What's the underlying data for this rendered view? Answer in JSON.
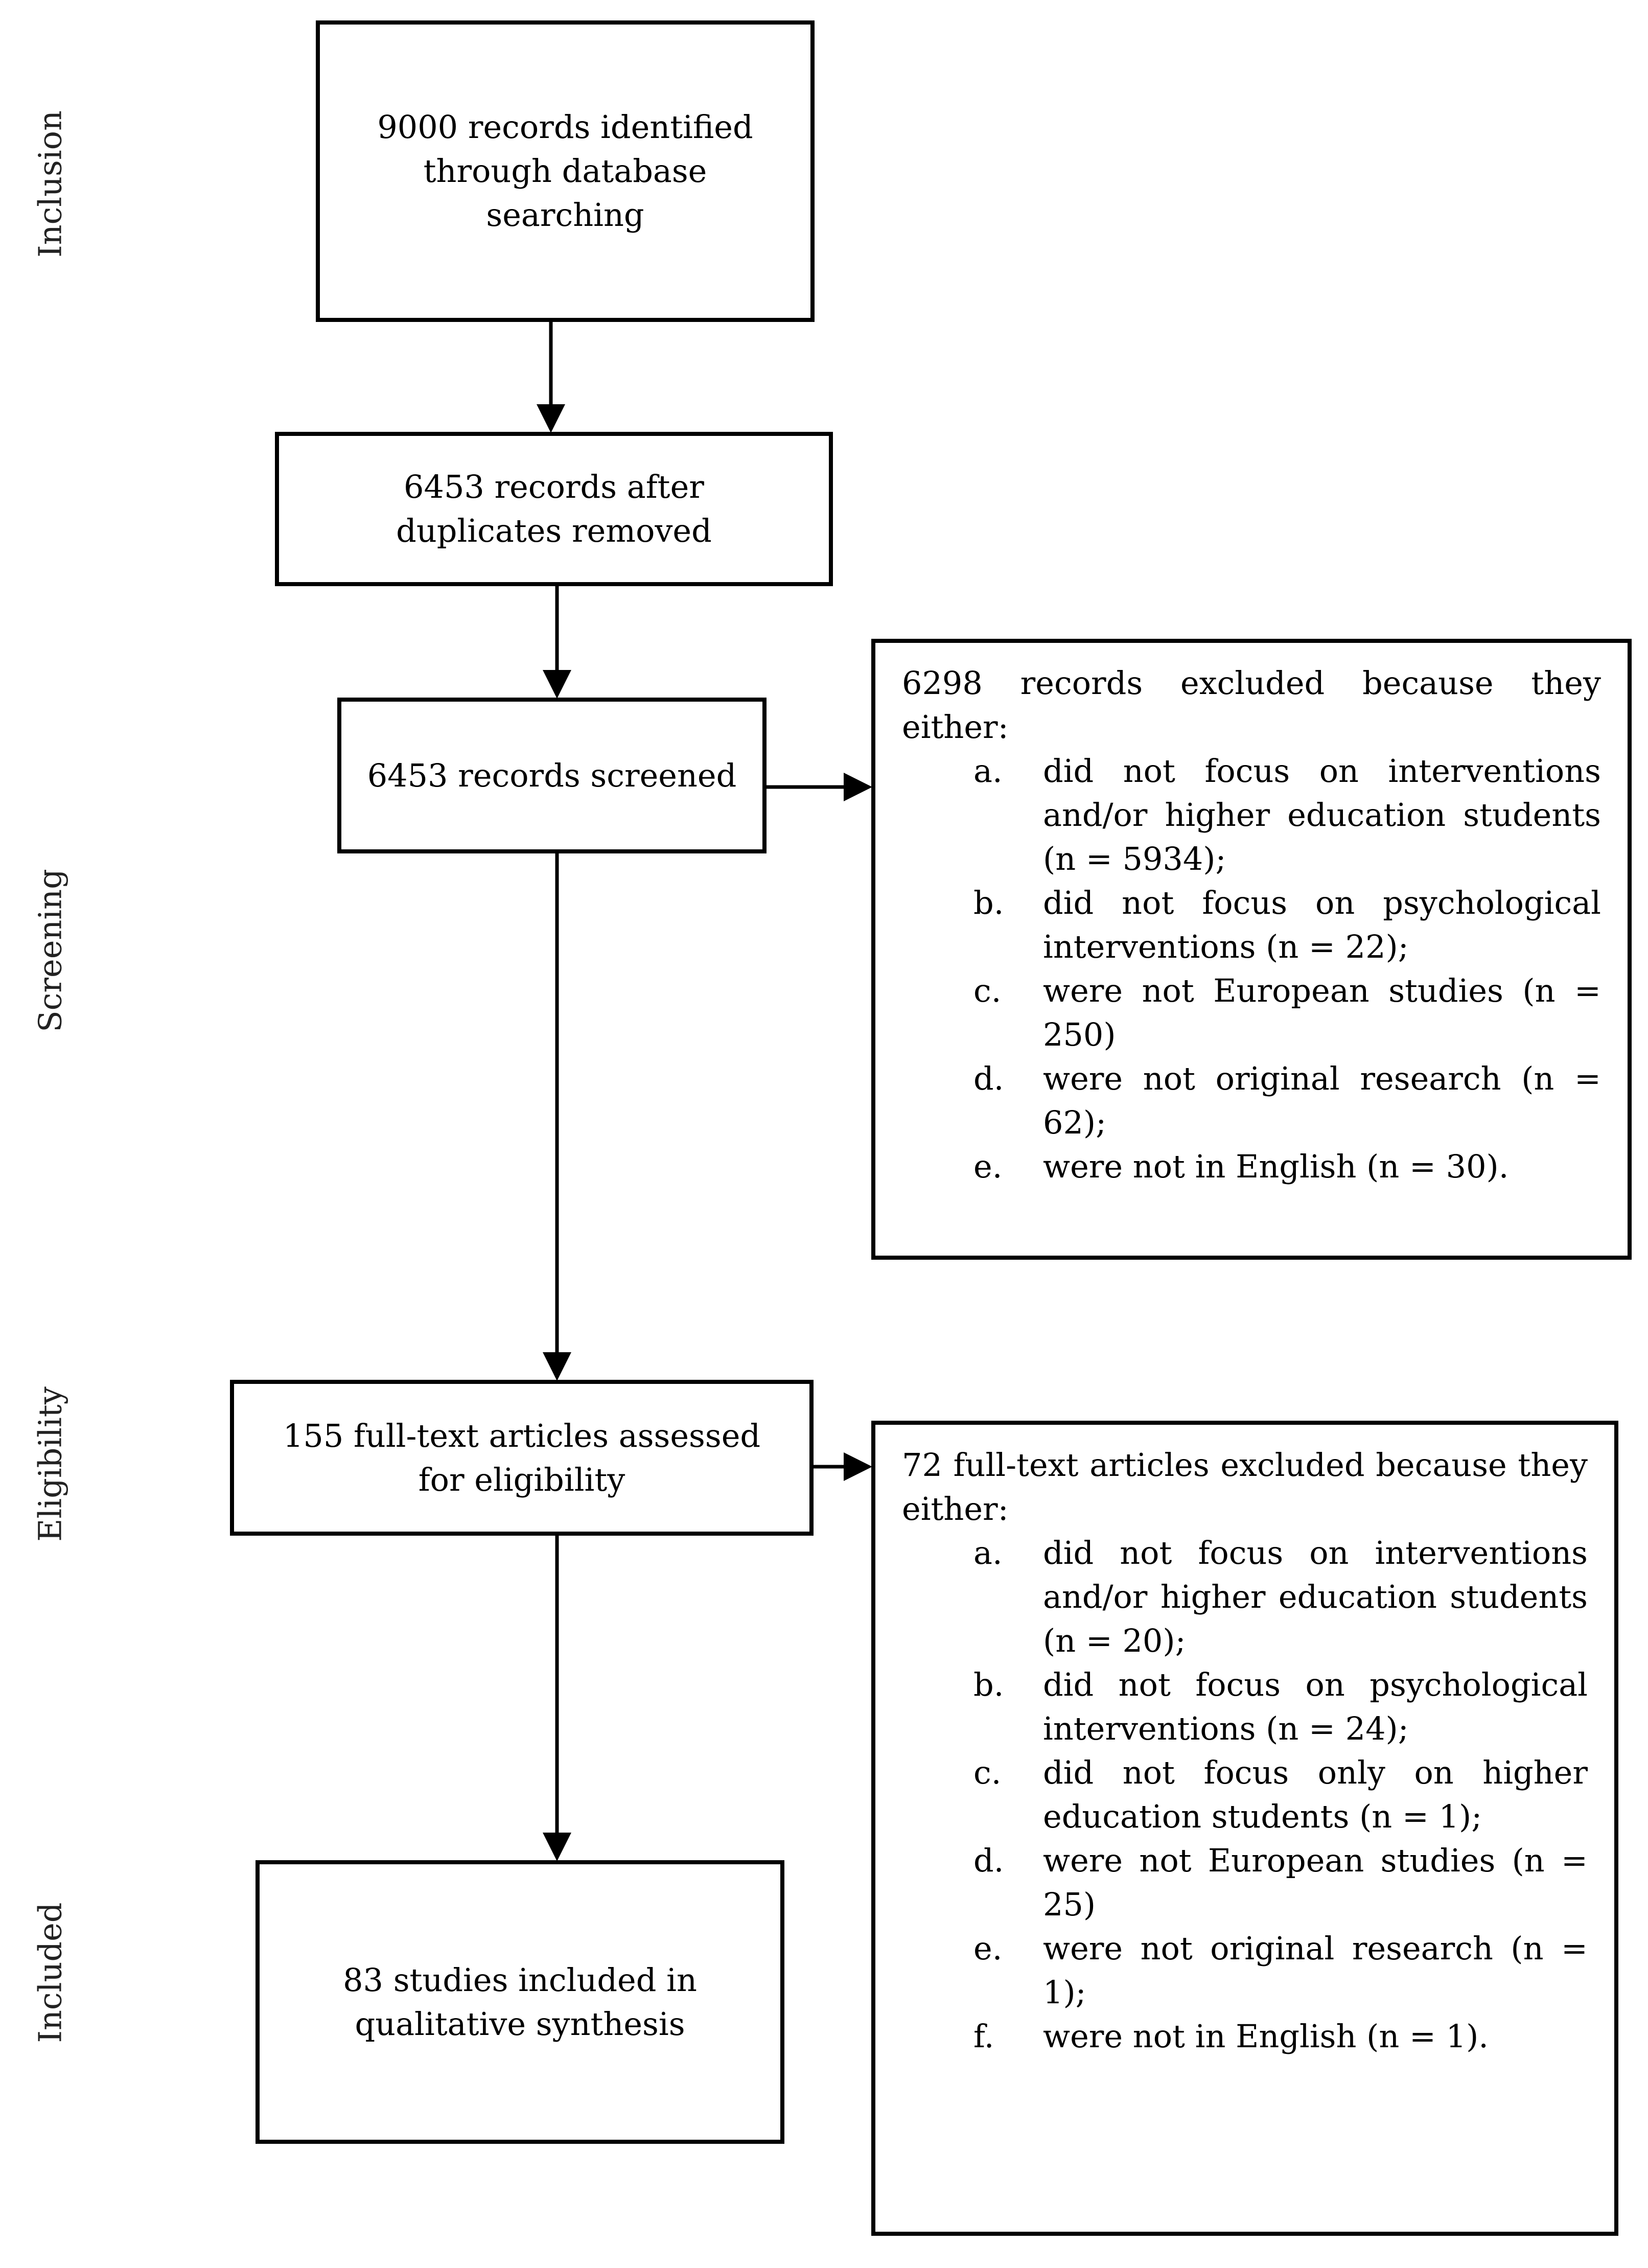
{
  "stages": {
    "inclusion": "Inclusion",
    "screening": "Screening",
    "eligibility": "Eligibility",
    "included": "Included"
  },
  "boxes": {
    "identified": "9000 records identified through database searching",
    "dedup": "6453 records after duplicates removed",
    "screened": "6453 records screened",
    "fulltext": "155 full-text articles assessed for eligibility",
    "included": "83 studies included in qualitative synthesis"
  },
  "excluded_screening": {
    "header": "6298 records excluded because they either:",
    "items": [
      {
        "marker": "a.",
        "text": "did not focus on interventions and/or higher education students (n = 5934);"
      },
      {
        "marker": "b.",
        "text": "did not focus on psychological interventions (n = 22);"
      },
      {
        "marker": "c.",
        "text": "were not European studies (n = 250)"
      },
      {
        "marker": "d.",
        "text": "were not original research (n = 62);"
      },
      {
        "marker": "e.",
        "text": "were not in English (n = 30)."
      }
    ]
  },
  "excluded_fulltext": {
    "header": "72 full-text articles excluded because they either:",
    "items": [
      {
        "marker": "a.",
        "text": "did not focus on interventions and/or higher education students (n = 20);"
      },
      {
        "marker": "b.",
        "text": "did not focus on psychological interventions (n = 24);"
      },
      {
        "marker": "c.",
        "text": "did not focus only on higher education students (n = 1);"
      },
      {
        "marker": "d.",
        "text": "were not European studies (n = 25)"
      },
      {
        "marker": "e.",
        "text": "were not original research (n = 1);"
      },
      {
        "marker": "f.",
        "text": "were not in English (n = 1)."
      }
    ]
  }
}
